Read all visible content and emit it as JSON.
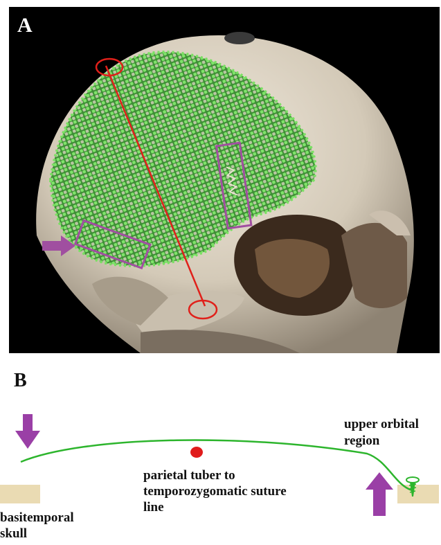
{
  "panel_a": {
    "label": "A",
    "colors": {
      "background": "#000000",
      "bone": "#d9d1c2",
      "mesh": "#5fd44a",
      "measure_line": "#e0201a",
      "highlight_box": "#a04fa0"
    },
    "icons": [
      "skull-render",
      "titanium-mesh",
      "measure-line",
      "purple-arrow-icon"
    ]
  },
  "panel_b": {
    "label": "B",
    "texts": {
      "upper_orbital_line1": "upper orbital",
      "upper_orbital_line2": "region",
      "parietal_line1": "parietal tuber to",
      "parietal_line2": "temporozygomatic suture",
      "parietal_line3": "line",
      "basitemporal_line1": "basitemporal",
      "basitemporal_line2": "skull"
    },
    "colors": {
      "curve": "#2db52d",
      "dot": "#e01c1c",
      "arrow": "#9a3fa6",
      "bone_block": "#eadbb3"
    },
    "icons": [
      "down-arrow-icon",
      "up-arrow-icon",
      "screw-icon"
    ]
  }
}
